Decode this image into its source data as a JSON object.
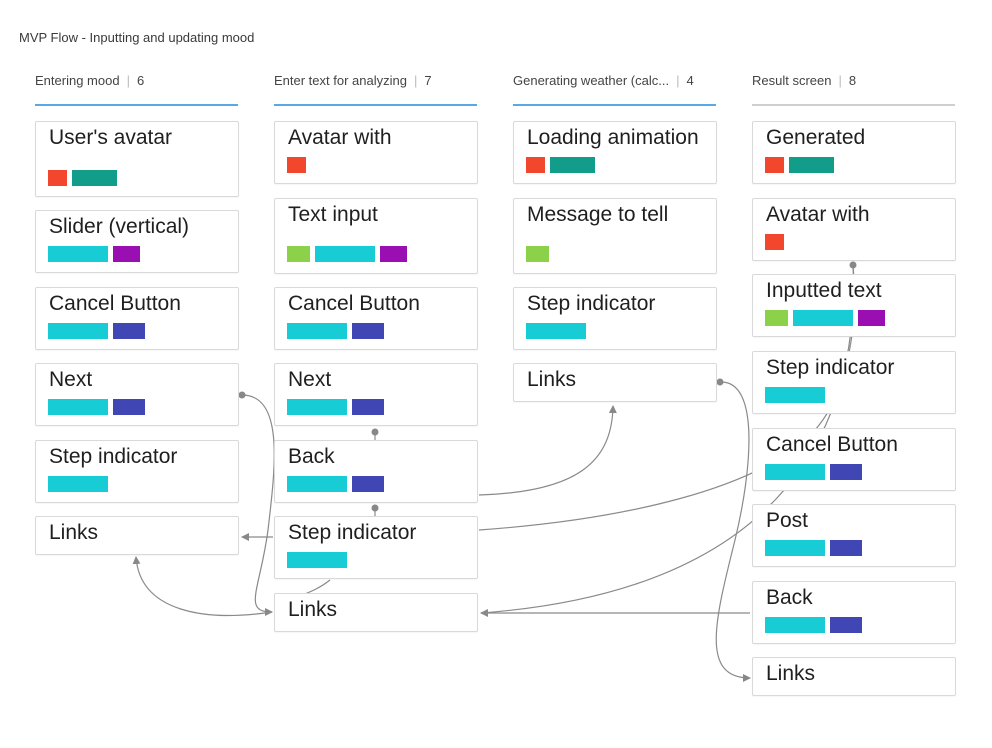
{
  "board_title": "MVP Flow - Inputting and updating mood",
  "colors": {
    "red": "#f2472c",
    "teal": "#129c8a",
    "cyan": "#18ccd6",
    "purple": "#9a0fb2",
    "indigo": "#4047b5",
    "lime": "#8cd14a",
    "header_accent": "#5aa9e6"
  },
  "columns": [
    {
      "title": "Entering mood",
      "count": "6",
      "cards": [
        {
          "title": "User's avatar",
          "tags": [
            "red",
            "teal"
          ]
        },
        {
          "title": "Slider (vertical)",
          "tags": [
            "cyan",
            "purple"
          ]
        },
        {
          "title": "Cancel Button",
          "tags": [
            "cyan",
            "indigo"
          ]
        },
        {
          "title": "Next",
          "tags": [
            "cyan",
            "indigo"
          ]
        },
        {
          "title": "Step indicator",
          "tags": [
            "cyan"
          ]
        },
        {
          "title": "Links",
          "tags": []
        }
      ]
    },
    {
      "title": "Enter text for analyzing",
      "count": "7",
      "cards": [
        {
          "title": "Avatar with",
          "tags": [
            "red"
          ]
        },
        {
          "title": "Text input",
          "tags": [
            "lime",
            "cyan",
            "purple"
          ]
        },
        {
          "title": "Cancel Button",
          "tags": [
            "cyan",
            "indigo"
          ]
        },
        {
          "title": "Next",
          "tags": [
            "cyan",
            "indigo"
          ]
        },
        {
          "title": "Back",
          "tags": [
            "cyan",
            "indigo"
          ]
        },
        {
          "title": "Step indicator",
          "tags": [
            "cyan"
          ]
        },
        {
          "title": "Links",
          "tags": []
        }
      ]
    },
    {
      "title": "Generating weather (calc...",
      "count": "4",
      "cards": [
        {
          "title": "Loading animation",
          "tags": [
            "red",
            "teal"
          ]
        },
        {
          "title": "Message to tell",
          "tags": [
            "lime"
          ]
        },
        {
          "title": "Step indicator",
          "tags": [
            "cyan"
          ]
        },
        {
          "title": "Links",
          "tags": []
        }
      ]
    },
    {
      "title": "Result screen",
      "count": "8",
      "cards": [
        {
          "title": "Generated",
          "tags": [
            "red",
            "teal"
          ]
        },
        {
          "title": "Avatar with",
          "tags": [
            "red"
          ]
        },
        {
          "title": "Inputted text",
          "tags": [
            "lime",
            "cyan",
            "purple"
          ]
        },
        {
          "title": "Step indicator",
          "tags": [
            "cyan"
          ]
        },
        {
          "title": "Cancel Button",
          "tags": [
            "cyan",
            "indigo"
          ]
        },
        {
          "title": "Post",
          "tags": [
            "cyan",
            "indigo"
          ]
        },
        {
          "title": "Back",
          "tags": [
            "cyan",
            "indigo"
          ]
        },
        {
          "title": "Links",
          "tags": []
        }
      ]
    }
  ]
}
